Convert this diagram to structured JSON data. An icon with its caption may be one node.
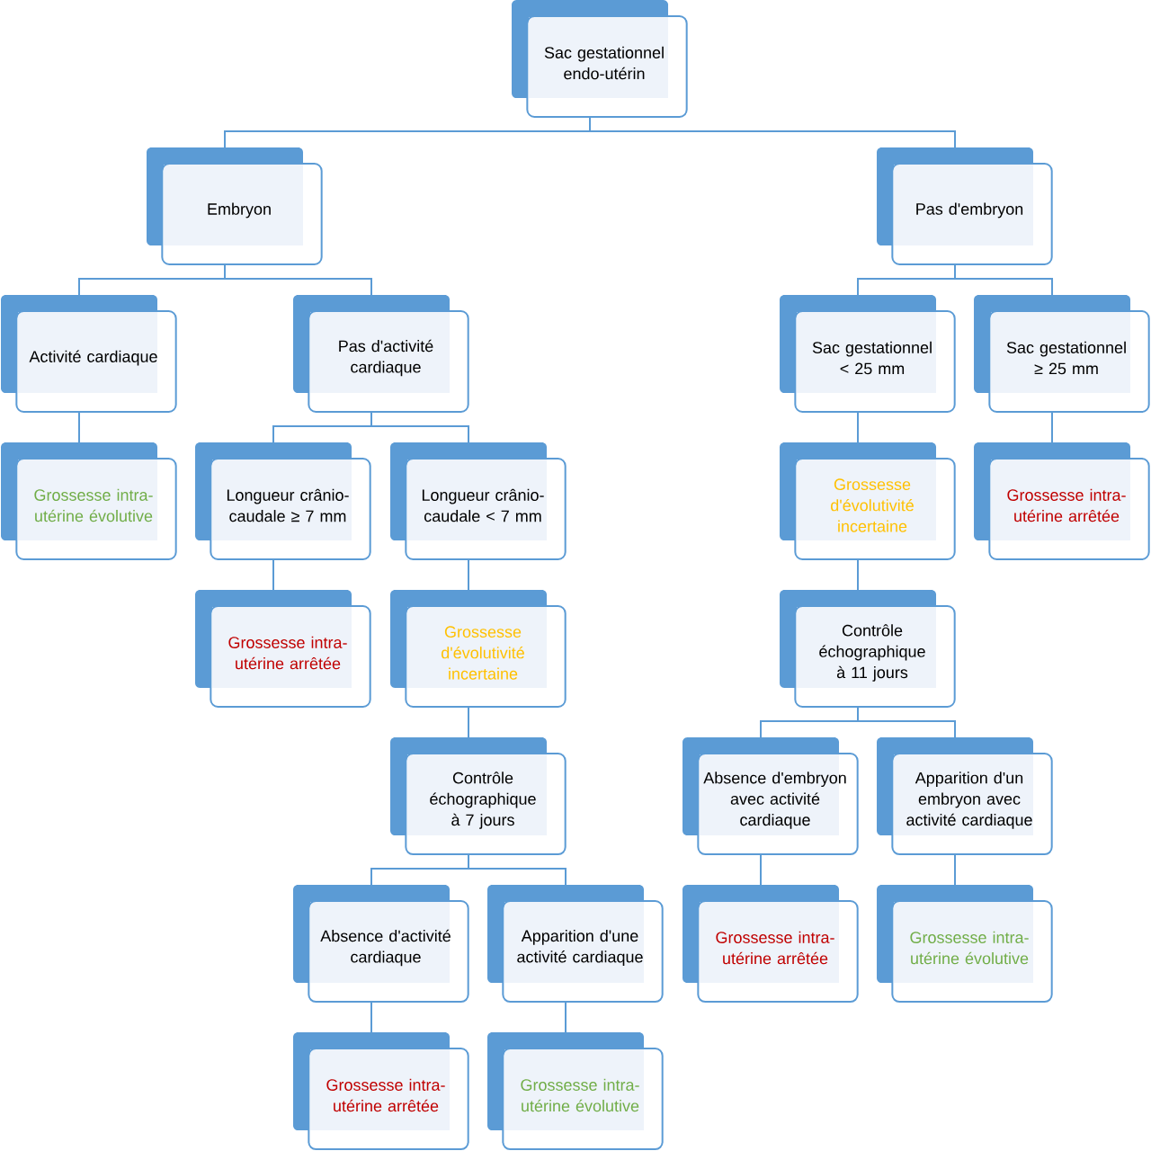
{
  "diagram": {
    "nodes": [
      {
        "text": [
          "Sac gestationnel endo-utérin"
        ]
      },
      {
        "text": [
          "Embryon"
        ]
      },
      {
        "text": [
          "Pas d'embryon"
        ]
      },
      {
        "text": [
          "Activité cardiaque"
        ]
      },
      {
        "text": [
          "Pas d'activité cardiaque"
        ]
      },
      {
        "text": [
          "Sac gestationnel < 25 mm"
        ]
      },
      {
        "text": [
          "Sac gestationnel ≥ 25 mm"
        ]
      },
      {
        "text": [
          "Grossesse intra-utérine évolutive"
        ]
      },
      {
        "text": [
          "Longueur crânio-caudale ≥ 7 mm"
        ]
      },
      {
        "text": [
          "Longueur crânio-caudale < 7 mm"
        ]
      },
      {
        "text": [
          "Grossesse d'évolutivité incertaine"
        ]
      },
      {
        "text": [
          "Grossesse intra-utérine arrêtée"
        ]
      },
      {
        "text": [
          "Grossesse intra-utérine arrêtée"
        ]
      },
      {
        "text": [
          "Grossesse d'évolutivité incertaine"
        ]
      },
      {
        "text": [
          "Contrôle échographique à 11 jours"
        ]
      },
      {
        "text": [
          "Contrôle échographique à 7 jours"
        ]
      },
      {
        "text": [
          "Absence d'embryon avec activité cardiaque"
        ]
      },
      {
        "text": [
          "Apparition d'un embryon avec activité cardiaque"
        ]
      },
      {
        "text": [
          "Absence d'activité cardiaque"
        ]
      },
      {
        "text": [
          "Apparition d'une activité cardiaque"
        ]
      },
      {
        "text": [
          "Grossesse intra-utérine arrêtée"
        ]
      },
      {
        "text": [
          "Grossesse intra-utérine évolutive"
        ]
      },
      {
        "text": [
          "Grossesse intra-utérine arrêtée"
        ]
      },
      {
        "text": [
          "Grossesse intra-utérine évolutive"
        ]
      }
    ],
    "edges": [
      {
        "from": 0,
        "to": 1,
        "arrow": "none"
      },
      {
        "from": 0,
        "to": 2,
        "arrow": "none"
      },
      {
        "from": 1,
        "to": 3,
        "arrow": "none"
      },
      {
        "from": 1,
        "to": 4,
        "arrow": "none"
      },
      {
        "from": 2,
        "to": 5,
        "arrow": "none"
      },
      {
        "from": 2,
        "to": 6,
        "arrow": "none"
      },
      {
        "from": 3,
        "to": 7,
        "arrow": "none"
      },
      {
        "from": 4,
        "to": 8,
        "arrow": "none"
      },
      {
        "from": 4,
        "to": 9,
        "arrow": "none"
      },
      {
        "from": 5,
        "to": 10,
        "arrow": "none"
      },
      {
        "from": 6,
        "to": 11,
        "arrow": "none"
      },
      {
        "from": 8,
        "to": 12,
        "arrow": "none"
      },
      {
        "from": 9,
        "to": 13,
        "arrow": "none"
      },
      {
        "from": 10,
        "to": 14,
        "arrow": "none"
      },
      {
        "from": 13,
        "to": 15,
        "arrow": "none"
      },
      {
        "from": 14,
        "to": 16,
        "arrow": "none"
      },
      {
        "from": 14,
        "to": 17,
        "arrow": "none"
      },
      {
        "from": 15,
        "to": 18,
        "arrow": "none"
      },
      {
        "from": 15,
        "to": 19,
        "arrow": "none"
      },
      {
        "from": 16,
        "to": 20,
        "arrow": "none"
      },
      {
        "from": 17,
        "to": 21,
        "arrow": "none"
      },
      {
        "from": 18,
        "to": 22,
        "arrow": "none"
      },
      {
        "from": 19,
        "to": 23,
        "arrow": "none"
      }
    ]
  }
}
